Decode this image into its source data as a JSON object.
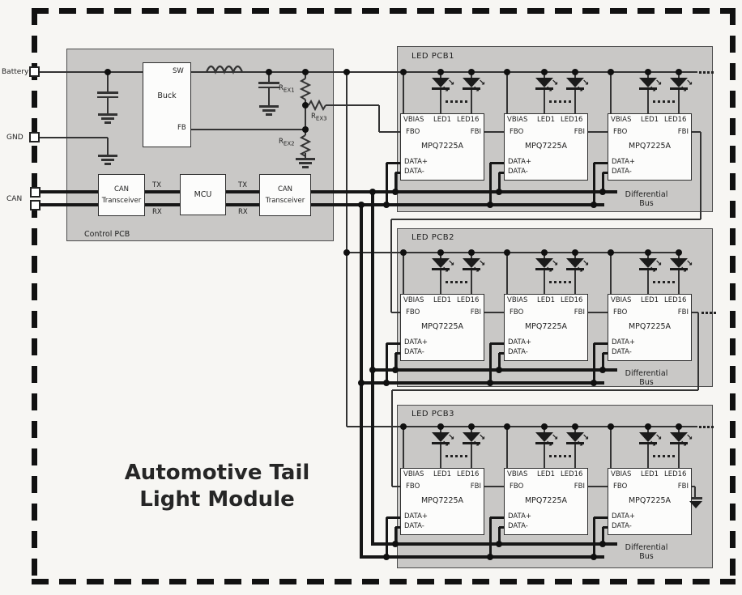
{
  "title": {
    "line1": "Automotive Tail",
    "line2": "Light Module"
  },
  "terminals": {
    "battery": "Battery",
    "gnd": "GND",
    "can": "CAN"
  },
  "control_pcb": {
    "label": "Control PCB",
    "buck_label": "Buck",
    "sw_pin": "SW",
    "fb_pin": "FB",
    "mcu_label": "MCU",
    "transceiver_line1": "CAN",
    "transceiver_line2": "Transceiver",
    "tx": "TX",
    "rx": "RX"
  },
  "resistors": {
    "base": "R",
    "rex1": "EX1",
    "rex2": "EX2",
    "rex3": "EX3"
  },
  "led_pcbs": [
    {
      "name": "LED PCB1"
    },
    {
      "name": "LED PCB2"
    },
    {
      "name": "LED PCB3"
    }
  ],
  "chip": {
    "part": "MPQ7225A",
    "pins": {
      "vbias": "VBIAS",
      "led1": "LED1",
      "led16": "LED16",
      "fbo": "FBO",
      "fbi": "FBI",
      "data_plus": "DATA+",
      "data_minus": "DATA-"
    }
  },
  "diff_bus": {
    "line1": "Differential",
    "line2": "Bus"
  },
  "colors": {
    "pcb_fill": "#c9c8c6",
    "chip_fill": "#fcfcfb",
    "wire": "#333333",
    "bus": "#161616",
    "outline": "#4b4b4b",
    "background": "#f7f6f3",
    "text": "#222222"
  }
}
